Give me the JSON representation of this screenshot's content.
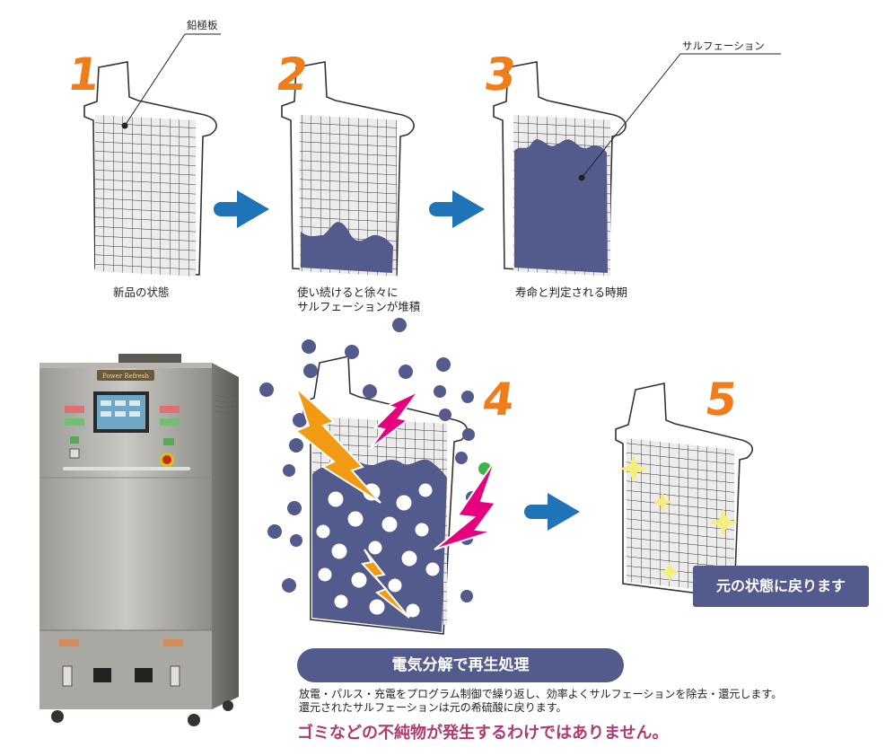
{
  "colors": {
    "step_number": "#f07d1a",
    "arrow": "#1f73b7",
    "sulfation": "#535a8c",
    "pill_bg": "#535a8c",
    "warning_text": "#b03a6e",
    "bolt_orange": "#f39a14",
    "bolt_magenta": "#e6007e"
  },
  "callouts": {
    "lead_plate": "鉛極板",
    "sulfation": "サルフェーション"
  },
  "steps": [
    {
      "number": "1",
      "caption": "新品の状態"
    },
    {
      "number": "2",
      "caption": "使い続けると徐々に\nサルフェーションが堆積"
    },
    {
      "number": "3",
      "caption": "寿命と判定される時期"
    },
    {
      "number": "4",
      "caption": ""
    },
    {
      "number": "5",
      "caption": ""
    }
  ],
  "machine": {
    "brand": "Power Refresh"
  },
  "process": {
    "title": "電気分解で再生処理",
    "description": "放電・パルス・充電をプログラム制御で繰り返し、効率よくサルフェーションを除去・還元します。\n還元されたサルフェーションは元の希硫酸に戻ります。",
    "note": "ゴミなどの不純物が発生するわけではありません。"
  },
  "result_label": "元の状態に戻ります",
  "icons": {
    "arrow": "right-arrow-icon",
    "sparkle": "sparkle-icon",
    "bolt": "lightning-bolt-icon"
  }
}
